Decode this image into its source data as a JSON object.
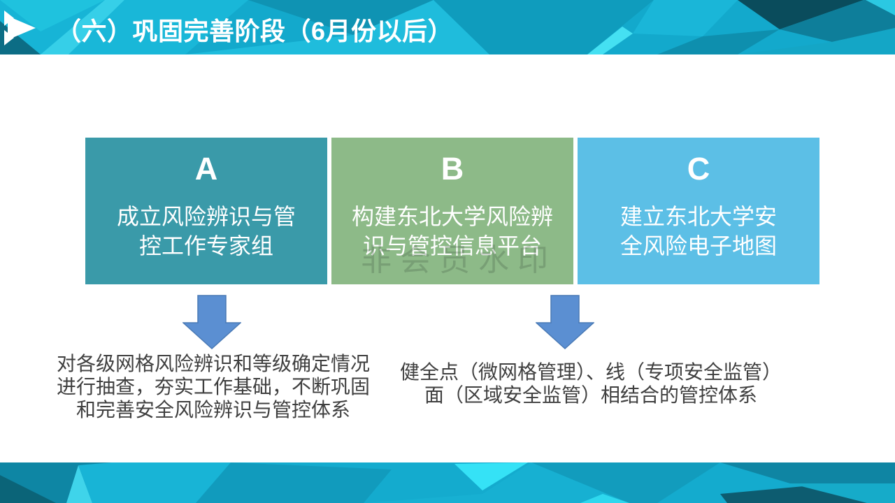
{
  "slide": {
    "title": "（六）巩固完善阶段（6月份以后）",
    "watermark": "非会员水印",
    "colors": {
      "header_base": "#13a9cc",
      "footer_base": "#14abce",
      "box_a": "#3a9aa9",
      "box_b": "#8dba88",
      "box_c": "#5cbfe6",
      "arrow_fill": "#5b8fd2",
      "arrow_stroke": "#4a7ab5",
      "note_text": "#3f3f3f",
      "title_text": "#ffffff"
    }
  },
  "boxes": [
    {
      "letter": "A",
      "text": "成立风险辨识与管\n控工作专家组",
      "color": "#3a9aa9"
    },
    {
      "letter": "B",
      "text": "构建东北大学风险辨\n识与管控信息平台",
      "color": "#8dba88"
    },
    {
      "letter": "C",
      "text": "建立东北大学安\n全风险电子地图",
      "color": "#5cbfe6"
    }
  ],
  "notes": [
    {
      "text": "对各级网格风险辨识和等级确定情况\n进行抽查，夯实工作基础，不断巩固\n和完善安全风险辨识与管控体系"
    },
    {
      "text": "健全点（微网格管理）、线（专项安全监管）\n面（区域安全监管）相结合的管控体系"
    }
  ]
}
